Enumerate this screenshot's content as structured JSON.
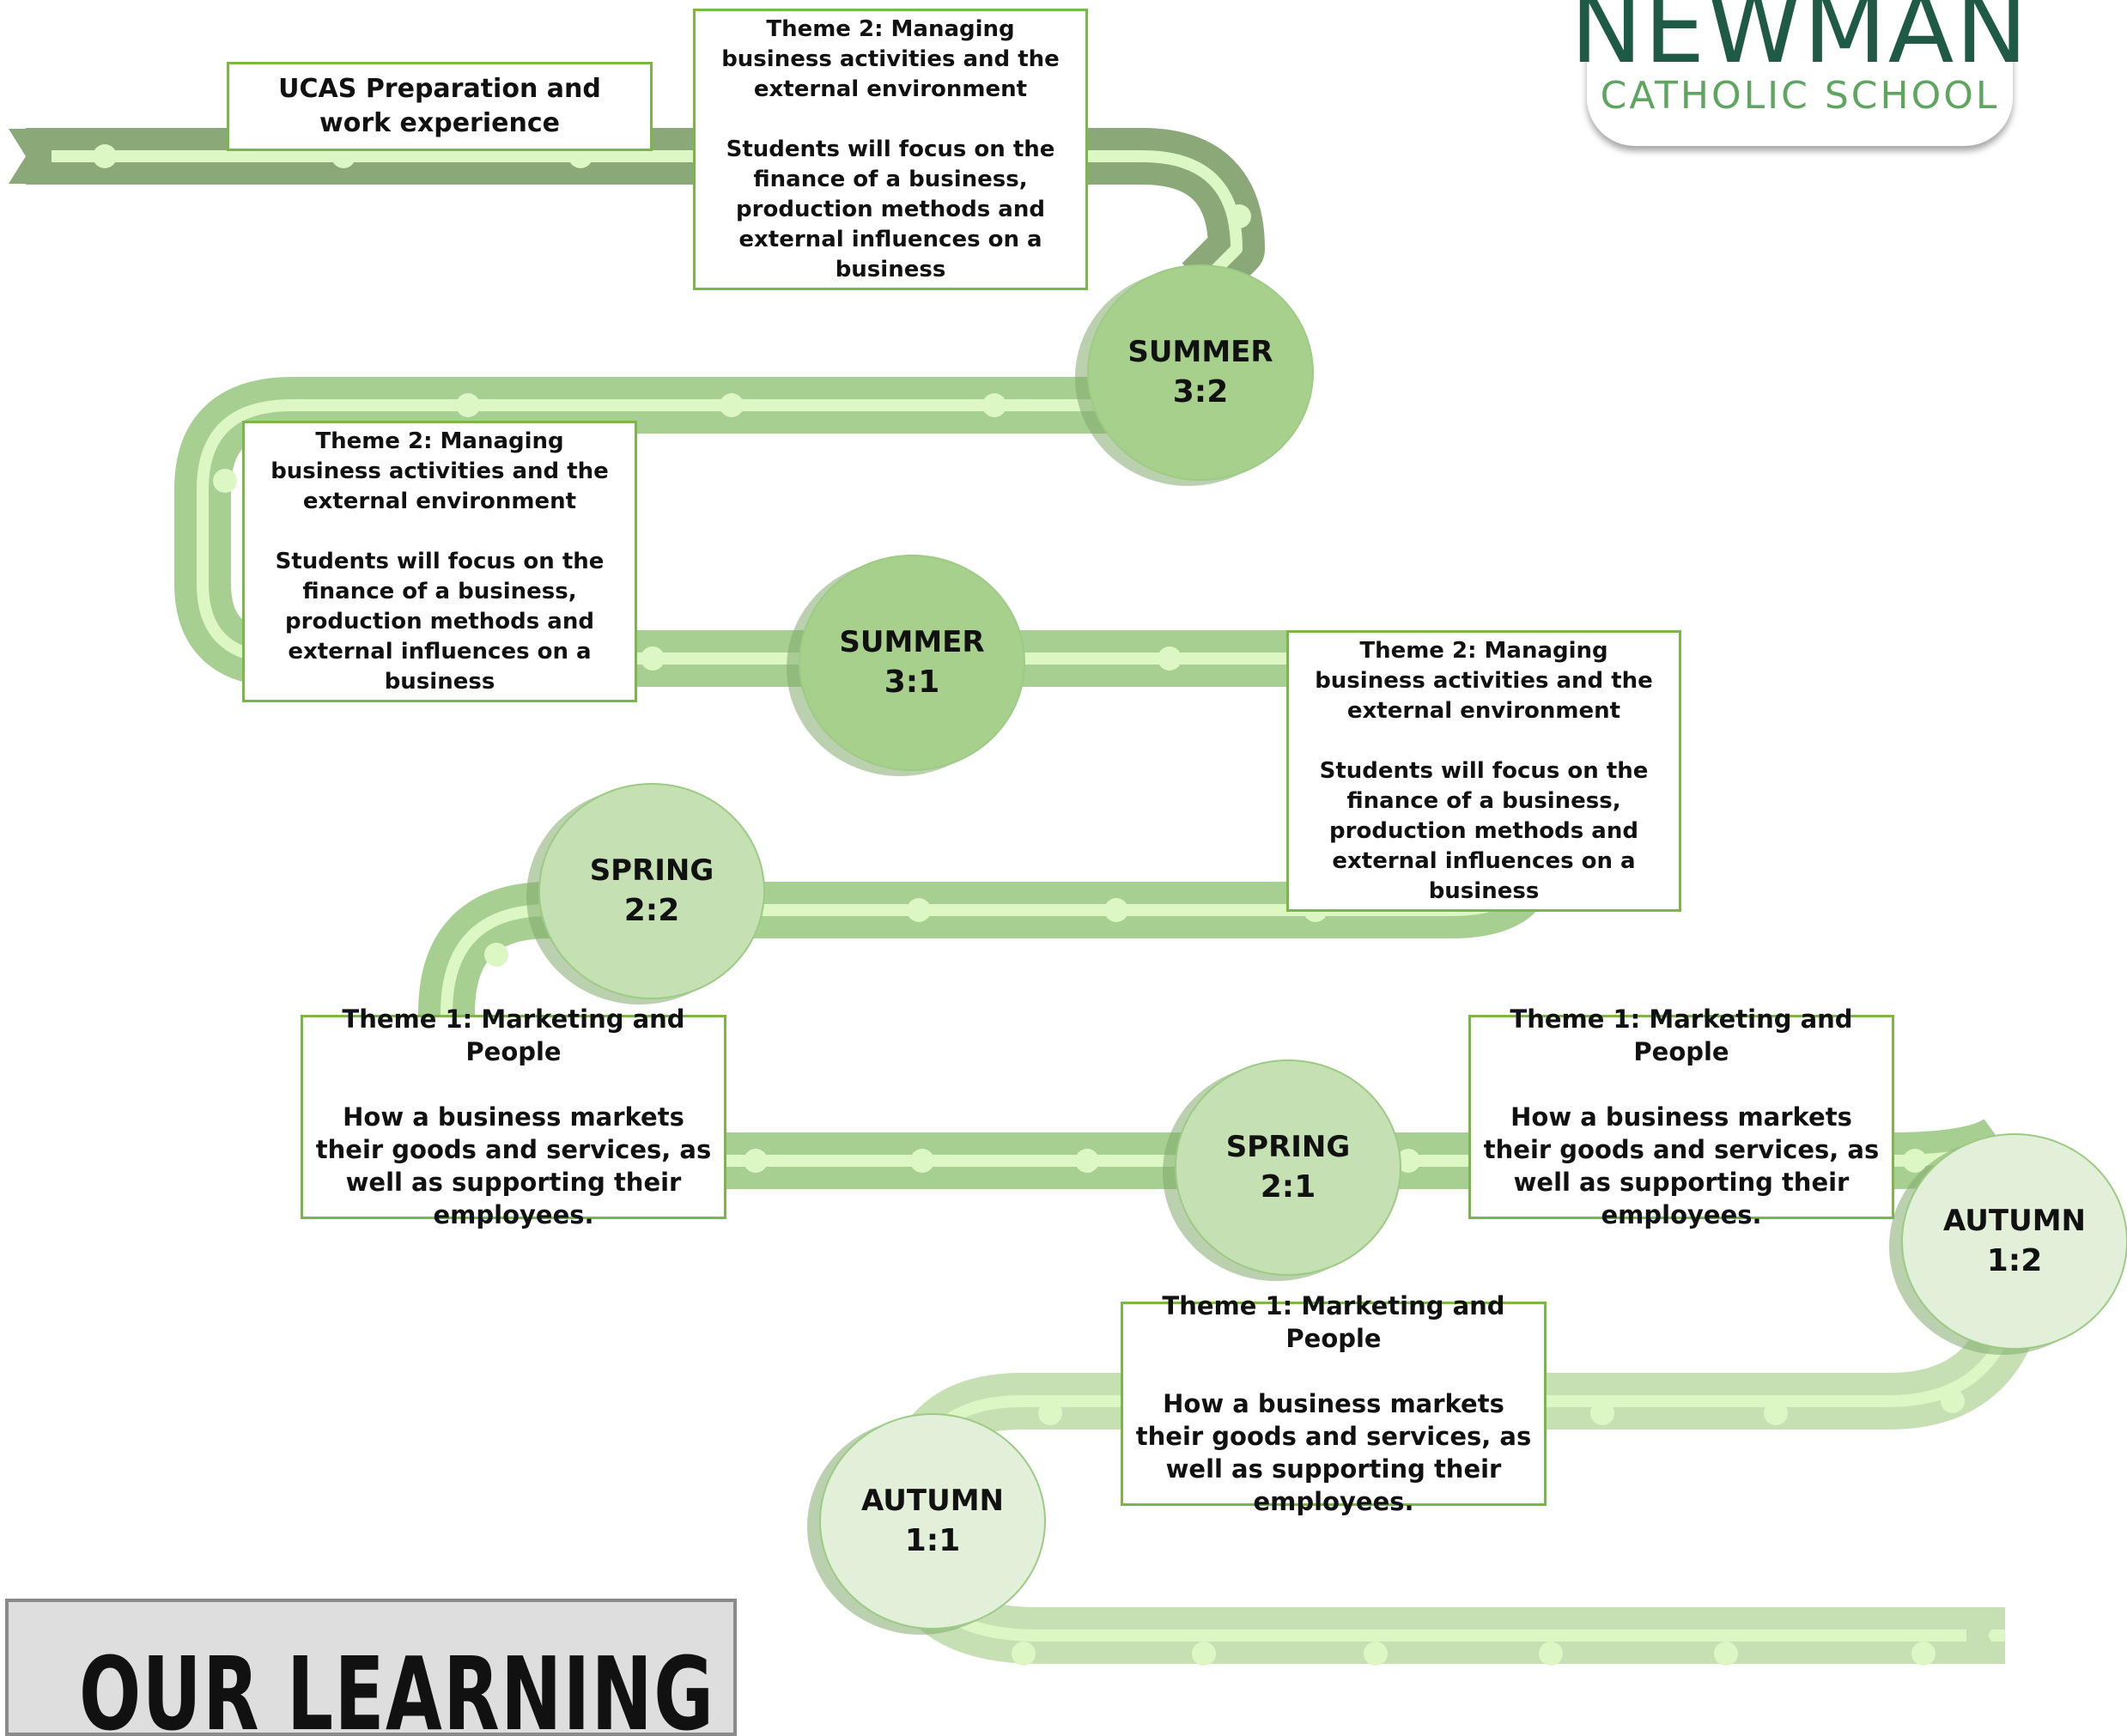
{
  "logo": {
    "name": "NEWMAN",
    "subtitle": "CATHOLIC SCHOOL"
  },
  "banner": {
    "text": "OUR LEARNING"
  },
  "colors": {
    "road_dark": "#8aa878",
    "road_mid": "#a7cf91",
    "road_light": "#c6e0b4",
    "lane": "#dcf7c4",
    "card_border": "#7ab648",
    "logo_green": "#1e5a46",
    "logo_sub": "#5ea55f"
  },
  "nodes": [
    {
      "term": "SUMMER",
      "num": "3:2",
      "fill": "#a8d08d"
    },
    {
      "term": "SUMMER",
      "num": "3:1",
      "fill": "#a8d08d"
    },
    {
      "term": "SPRING",
      "num": "2:2",
      "fill": "#c5e0b3"
    },
    {
      "term": "SPRING",
      "num": "2:1",
      "fill": "#c5e0b3"
    },
    {
      "term": "AUTUMN",
      "num": "1:2",
      "fill": "#e2efd9"
    },
    {
      "term": "AUTUMN",
      "num": "1:1",
      "fill": "#e2efd9"
    }
  ],
  "cards": {
    "ucas": {
      "title": "UCAS Preparation and work experience"
    },
    "theme2": {
      "title": "Theme 2: Managing business activities and the external environment",
      "desc": "Students will focus on the finance of a business, production methods and external influences on a business"
    },
    "theme1": {
      "title": "Theme 1:  Marketing and People",
      "desc": "How a business markets their goods and services, as well as supporting their employees."
    }
  }
}
